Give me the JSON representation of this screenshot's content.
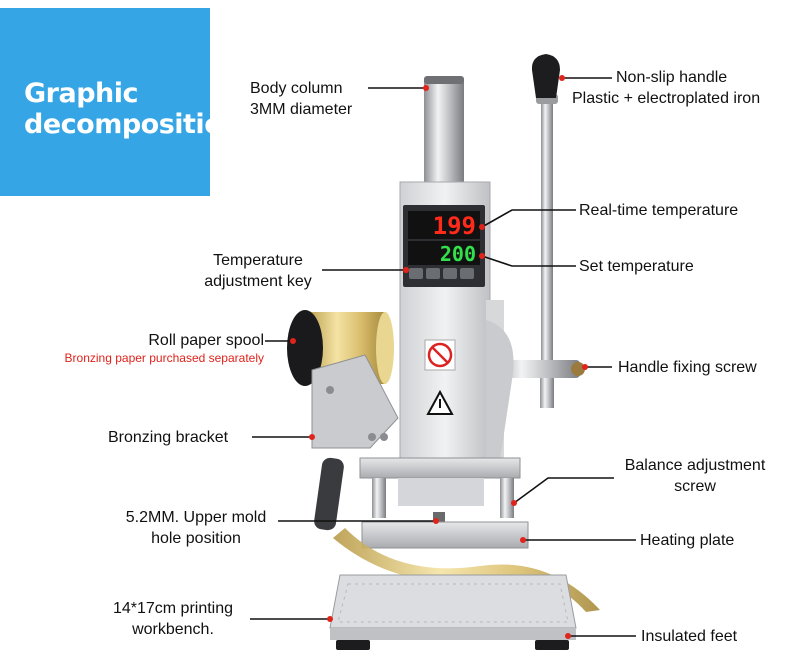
{
  "badge": {
    "line1": "Graphic",
    "line2": "decomposition",
    "bg": "#36a5e6"
  },
  "display": {
    "realtime": "199",
    "set": "200"
  },
  "callouts": {
    "body_column": {
      "line1": "Body column",
      "line2": "3MM diameter"
    },
    "handle": {
      "line1": "Non-slip handle",
      "line2": "Plastic + electroplated iron"
    },
    "realtime_temp": "Real-time temperature",
    "temp_key": {
      "line1": "Temperature",
      "line2": "adjustment key"
    },
    "set_temp": "Set temperature",
    "roll_spool": {
      "line1": "Roll paper spool",
      "note": "Bronzing paper purchased separately"
    },
    "handle_screw": "Handle fixing screw",
    "bronzing_bracket": "Bronzing bracket",
    "balance_screw": {
      "line1": "Balance adjustment",
      "line2": "screw"
    },
    "upper_mold": {
      "line1": "5.2MM. Upper mold",
      "line2": "hole position"
    },
    "heating_plate": "Heating plate",
    "workbench": {
      "line1": "14*17cm printing",
      "line2": "workbench."
    },
    "feet": "Insulated feet"
  },
  "colors": {
    "leader": "#111111",
    "leader_dot": "#e0231b",
    "note": "#e0231b"
  },
  "icons": [
    "hot-surface-warning-icon",
    "no-touch-hand-icon"
  ]
}
